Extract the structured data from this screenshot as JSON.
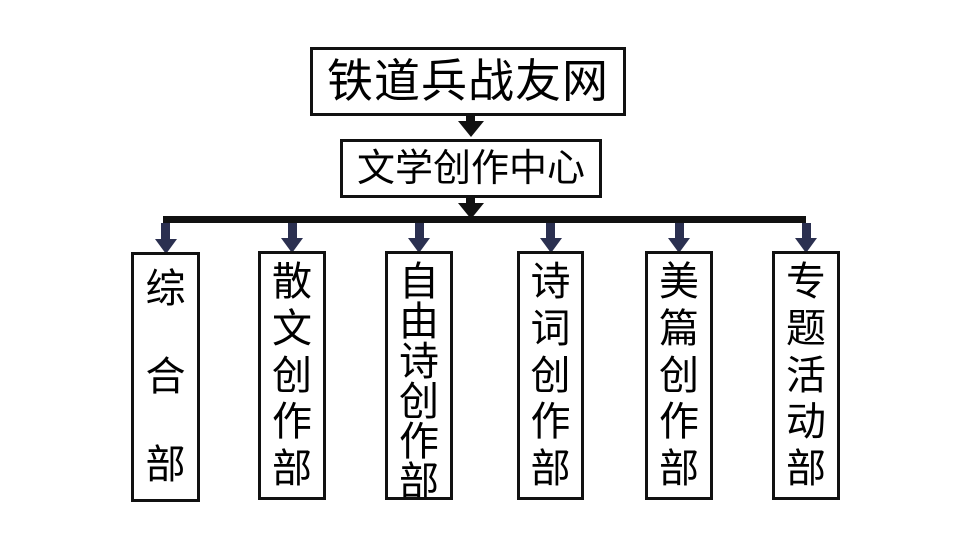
{
  "diagram": {
    "title_root": "铁道兵战友网",
    "center": "文学创作中心",
    "departments": [
      {
        "name": "综合部",
        "chars": [
          "综",
          "合",
          "部"
        ]
      },
      {
        "name": "散文创作部",
        "chars": [
          "散",
          "文",
          "创",
          "作",
          "部"
        ]
      },
      {
        "name": "自由诗创作部",
        "chars": [
          "自",
          "由",
          "诗",
          "创",
          "作",
          "部"
        ]
      },
      {
        "name": "诗词创作部",
        "chars": [
          "诗",
          "词",
          "创",
          "作",
          "部"
        ]
      },
      {
        "name": "美篇创作部",
        "chars": [
          "美",
          "篇",
          "创",
          "作",
          "部"
        ]
      },
      {
        "name": "专题活动部",
        "chars": [
          "专",
          "题",
          "活",
          "动",
          "部"
        ]
      }
    ],
    "colors": {
      "box_border": "#111111",
      "trunk_arrow": "#111111",
      "branch_arrow": "#2b3050",
      "background": "#ffffff",
      "text": "#000000"
    }
  }
}
